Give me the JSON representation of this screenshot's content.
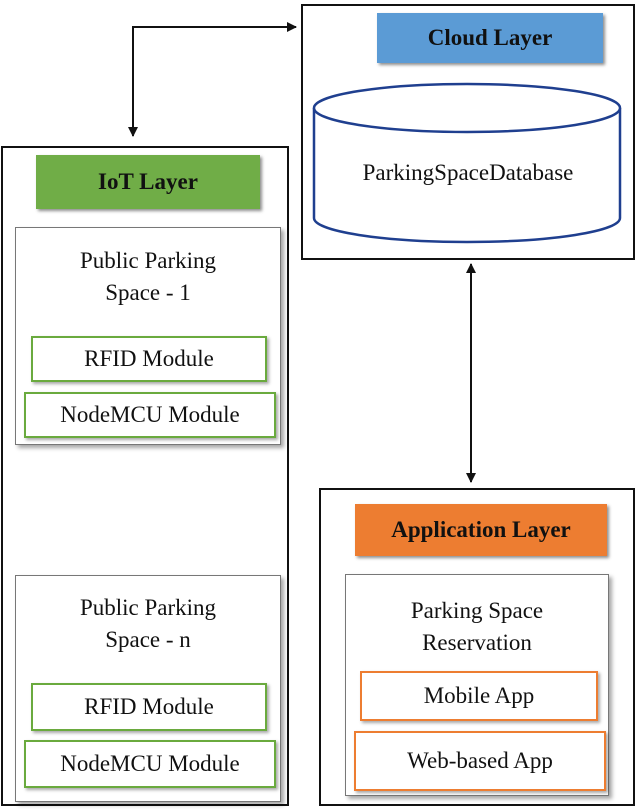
{
  "cloud": {
    "title": "Cloud Layer",
    "database_label": "ParkingSpaceDatabase",
    "title_color": "#5b9bd5"
  },
  "iot": {
    "title": "IoT Layer",
    "title_color": "#70ad47",
    "spaces": [
      {
        "line1": "Public Parking",
        "line2": "Space - 1",
        "modules": [
          "RFID Module",
          "NodeMCU Module"
        ]
      },
      {
        "line1": "Public Parking",
        "line2": "Space - n",
        "modules": [
          "RFID Module",
          "NodeMCU Module"
        ]
      }
    ]
  },
  "application": {
    "title": "Application Layer",
    "title_color": "#ed7d31",
    "service_line1": "Parking Space",
    "service_line2": "Reservation",
    "apps": [
      "Mobile App",
      "Web-based App"
    ]
  }
}
